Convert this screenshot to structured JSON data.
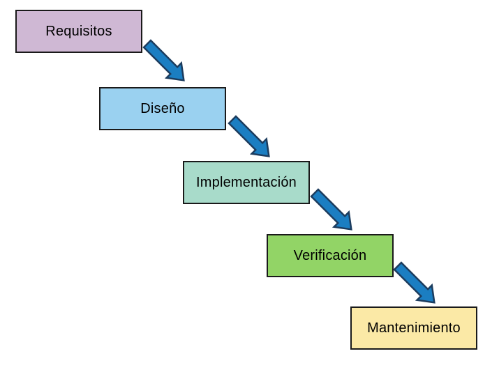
{
  "diagram": {
    "type": "waterfall-flow",
    "background": "#FFFFFF",
    "box_border_color": "#1A1A1A",
    "label_color": "#000000",
    "arrow_fill": "#1B7EC2",
    "arrow_stroke": "#1C3C5E",
    "steps": [
      {
        "label": "Requisitos",
        "fill": "#CFB8D4"
      },
      {
        "label": "Diseño",
        "fill": "#9AD1F0"
      },
      {
        "label": "Implementación",
        "fill": "#A8DBCA"
      },
      {
        "label": "Verificación",
        "fill": "#92D466"
      },
      {
        "label": "Mantenimiento",
        "fill": "#FBE9A6"
      }
    ]
  }
}
